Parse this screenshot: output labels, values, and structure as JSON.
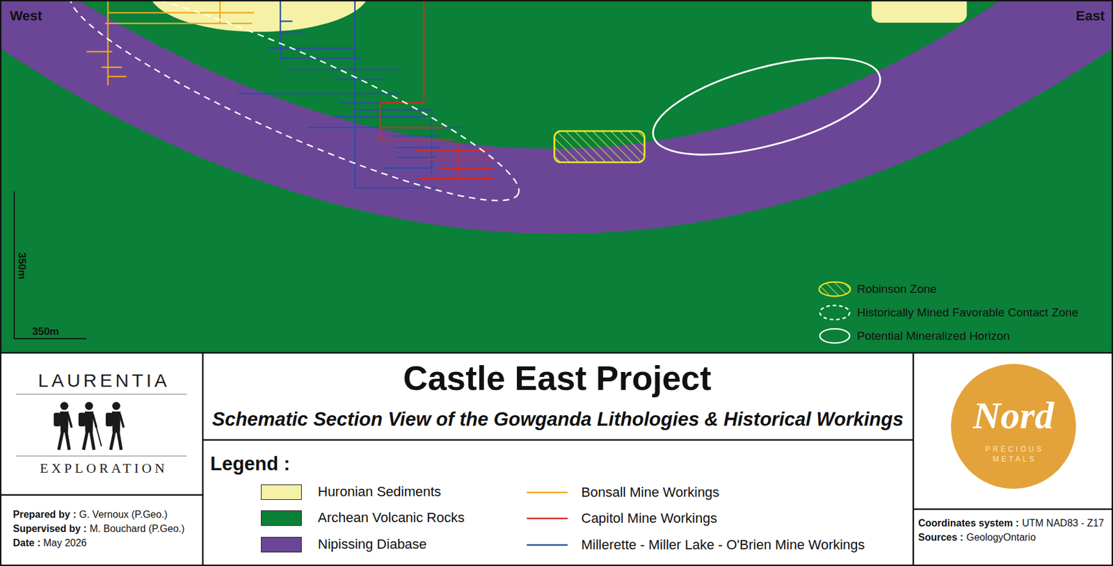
{
  "diagram": {
    "title": "Castle East Project",
    "caption": "Schematic Section View of the Gowganda Lithologies & Historical Workings",
    "labels": [
      "West",
      "East",
      "350m",
      "350m",
      "Legend :",
      "LAURENTIA",
      "EXPLORATION",
      "Prepared by :",
      "G. Vernoux (P.Geo.)",
      "Supervised by :",
      "M. Bouchard (P.Geo.)",
      "Date :",
      "May 2026",
      "Nord",
      "PRECIOUS",
      "METALS",
      "Coordinates system :",
      "UTM NAD83 - Z17",
      "Sources :",
      "GeologyOntario"
    ],
    "legend": [
      {
        "text": "Robinson Zone"
      },
      {
        "text": "Historically Mined Favorable Contact Zone"
      },
      {
        "text": "Potential Mineralized Horizon"
      },
      {
        "text": "Huronian Sediments",
        "color": "#f5f1a6"
      },
      {
        "text": "Archean Volcanic Rocks",
        "color": "#0b8038"
      },
      {
        "text": "Nipissing Diabase",
        "color": "#6b4697"
      },
      {
        "text": "Bonsall Mine Workings"
      },
      {
        "text": "Capitol Mine Workings"
      },
      {
        "text": "Millerette - Miller Lake - O'Brien Mine Workings"
      }
    ]
  }
}
